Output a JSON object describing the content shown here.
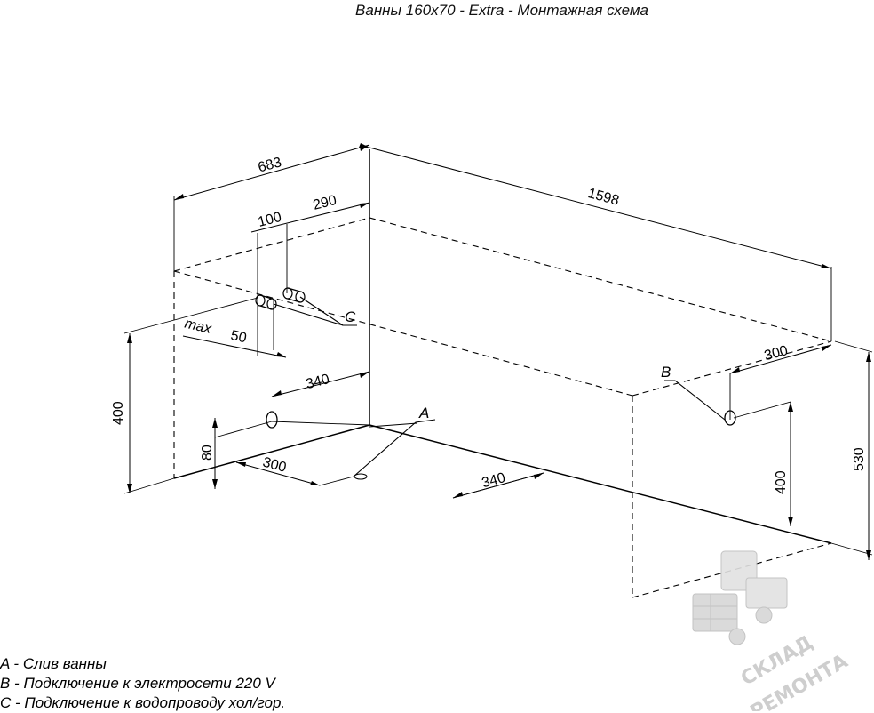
{
  "title": "Ванны 160x70 - Extra - Монтажная схема",
  "dimensions": {
    "d683": "683",
    "d290": "290",
    "d100": "100",
    "d1598": "1598",
    "dmax": "max",
    "d50": "50",
    "d340_top": "340",
    "d400_left": "400",
    "d80": "80",
    "d300_bottom": "300",
    "d340_bottom": "340",
    "d300_right": "300",
    "d400_right": "400",
    "d530": "530"
  },
  "points": {
    "a": "A",
    "b": "B",
    "c": "C"
  },
  "legend": {
    "a": "A - Слив ванны",
    "b": "B - Подключение к электросети 220 V",
    "c": "C - Подключение к водопроводу хол/гор."
  },
  "watermark": {
    "line1": "СКЛАД",
    "line2": "РЕМОНТА"
  }
}
